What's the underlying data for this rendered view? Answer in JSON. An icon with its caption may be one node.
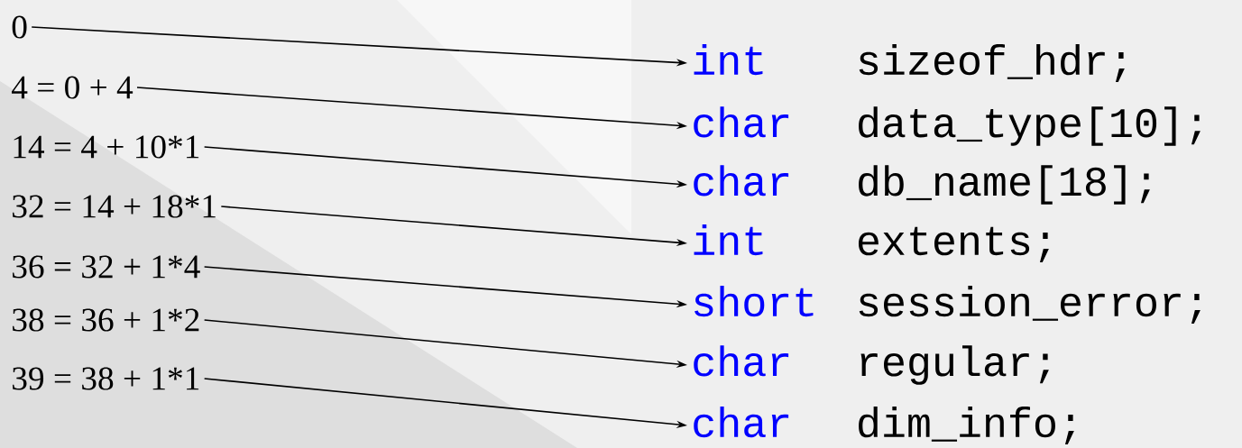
{
  "diagram": {
    "nodes": [
      {
        "text": [
          "0"
        ]
      },
      {
        "text": [
          "4 = 0 + 4"
        ]
      },
      {
        "text": [
          "14 = 4 + 10*1"
        ]
      },
      {
        "text": [
          "32 = 14 + 18*1"
        ]
      },
      {
        "text": [
          "36 = 32 + 1*4"
        ]
      },
      {
        "text": [
          "38 = 36 + 1*2"
        ]
      },
      {
        "text": [
          "39 = 38 + 1*1"
        ]
      },
      {
        "text": [
          "int",
          "sizeof_hdr;"
        ]
      },
      {
        "text": [
          "char",
          "data_type[10];"
        ]
      },
      {
        "text": [
          "char",
          "db_name[18];"
        ]
      },
      {
        "text": [
          "int",
          "extents;"
        ]
      },
      {
        "text": [
          "short",
          "session_error;"
        ]
      },
      {
        "text": [
          "char",
          "regular;"
        ]
      },
      {
        "text": [
          "char",
          "dim_info;"
        ]
      }
    ],
    "edges": [
      {
        "from": 0,
        "to": 7,
        "arrow": "to"
      },
      {
        "from": 1,
        "to": 8,
        "arrow": "to"
      },
      {
        "from": 2,
        "to": 9,
        "arrow": "to"
      },
      {
        "from": 3,
        "to": 10,
        "arrow": "to"
      },
      {
        "from": 4,
        "to": 11,
        "arrow": "to"
      },
      {
        "from": 5,
        "to": 12,
        "arrow": "to"
      },
      {
        "from": 6,
        "to": 13,
        "arrow": "to"
      }
    ]
  }
}
